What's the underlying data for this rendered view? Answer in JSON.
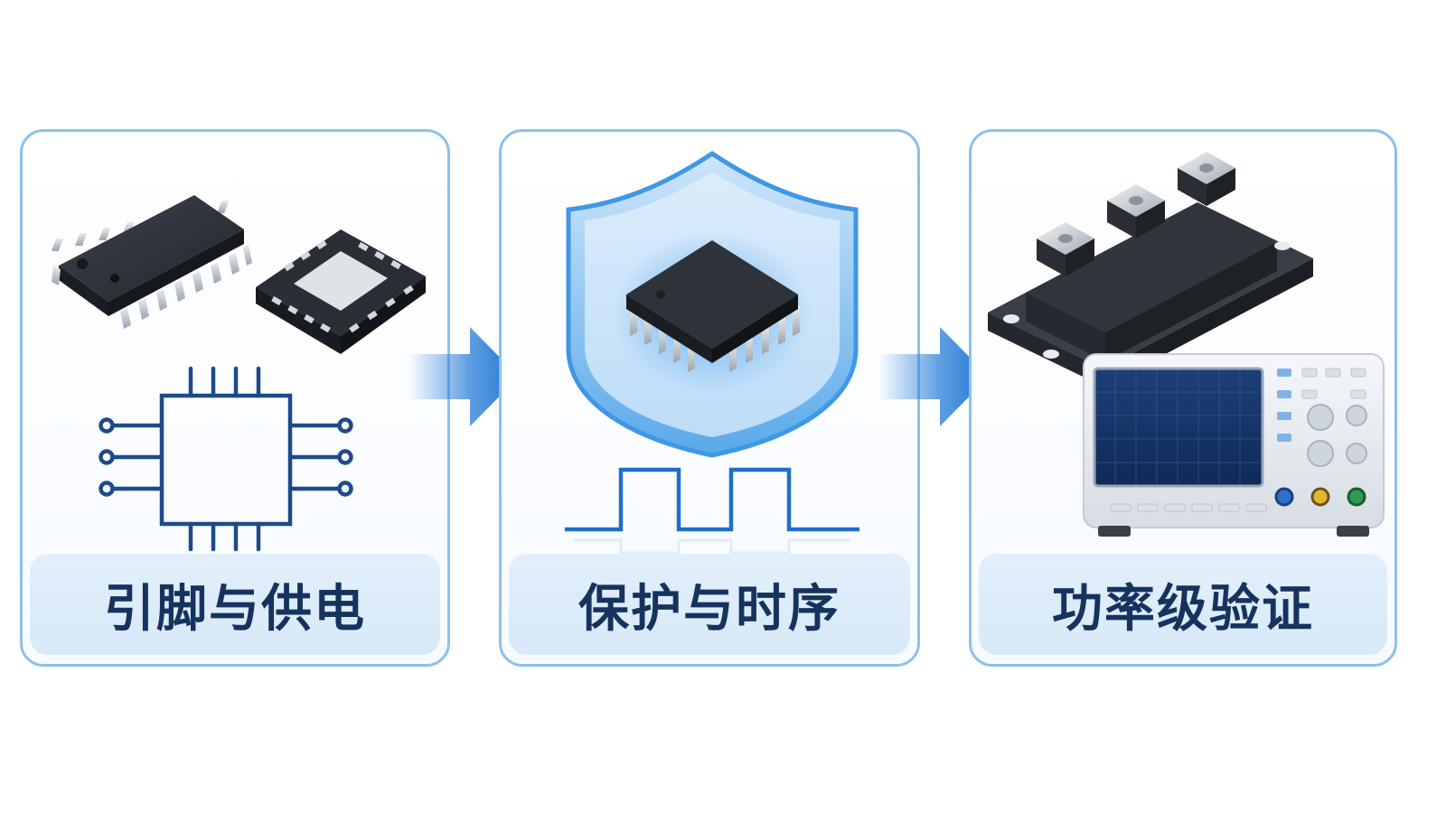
{
  "steps": [
    {
      "label": "引脚与供电",
      "icons": [
        "soic-chip-icon",
        "qfn-chip-icon",
        "chip-pinout-icon"
      ]
    },
    {
      "label": "保护与时序",
      "icons": [
        "shield-icon",
        "chip-icon",
        "timing-pulse-icon"
      ]
    },
    {
      "label": "功率级验证",
      "icons": [
        "power-module-icon",
        "oscilloscope-icon"
      ]
    }
  ],
  "colors": {
    "card_border": "#8cc0ec",
    "label_bg": "#dcebf9",
    "label_text": "#15335e",
    "arrow": "#2a7fd8",
    "line_art": "#1e4a8a",
    "chip_body": "#2b2f36"
  }
}
